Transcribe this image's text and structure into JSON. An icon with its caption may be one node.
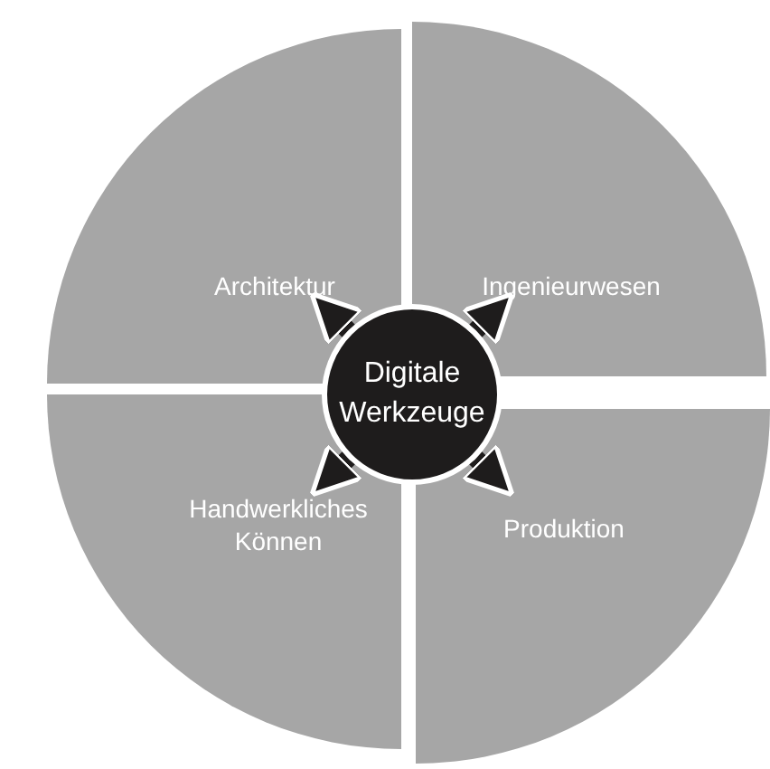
{
  "diagram": {
    "nodes": [
      {
        "text": [
          "Architektur"
        ]
      },
      {
        "text": [
          "Ingenieurwesen"
        ]
      },
      {
        "text": [
          "Handwerkliches Können"
        ]
      },
      {
        "text": [
          "Produktion"
        ]
      },
      {
        "text": [
          "Digitale Werkzeuge"
        ]
      }
    ],
    "edges": [
      {
        "from": 4,
        "to": 0,
        "arrow": "to"
      },
      {
        "from": 4,
        "to": 1,
        "arrow": "to"
      },
      {
        "from": 4,
        "to": 2,
        "arrow": "to"
      },
      {
        "from": 4,
        "to": 3,
        "arrow": "to"
      }
    ]
  }
}
